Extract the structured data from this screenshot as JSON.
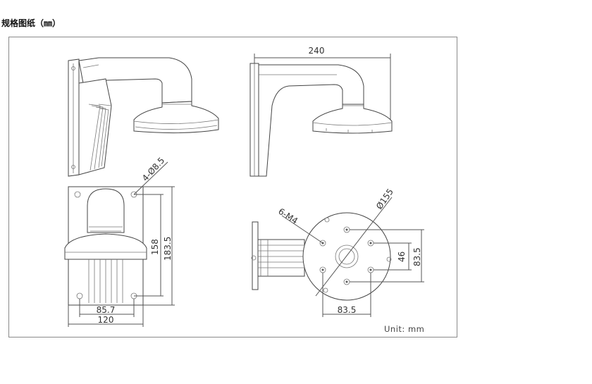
{
  "title": "规格图纸（㎜）",
  "unit_label": "Unit:   mm",
  "dimensions": {
    "side_width": "240",
    "hole_spec": "4-Ø8.5",
    "front_height_inner": "158",
    "front_height_outer": "183.5",
    "front_width_inner": "85.7",
    "front_width_outer": "120",
    "base_diameter": "Ø155",
    "screw_spec": "6-M4",
    "base_pcd_small": "46",
    "base_pcd_large": "83.5",
    "base_width": "83.5"
  }
}
